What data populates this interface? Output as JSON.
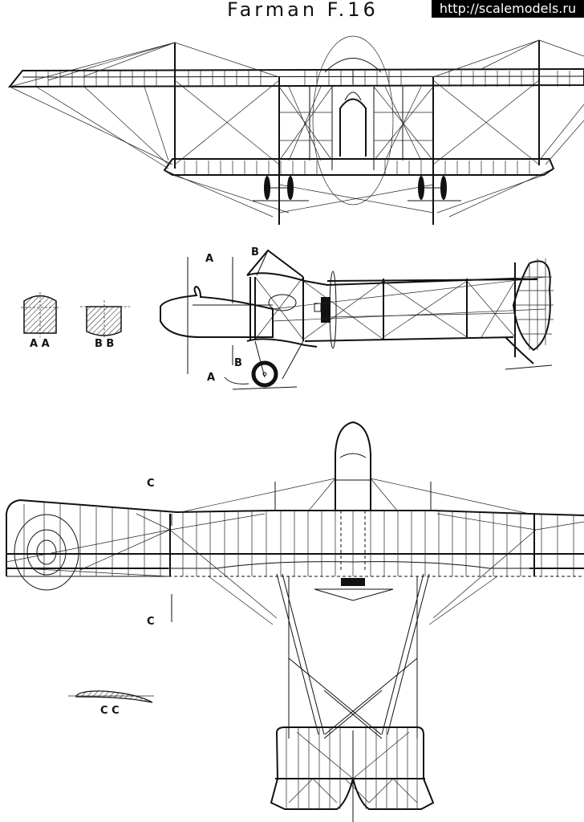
{
  "title": "Farman F.16",
  "watermark": "http://scalemodels.ru",
  "views": {
    "front": {
      "name": "front-view"
    },
    "side": {
      "name": "side-view",
      "section_labels": [
        "A",
        "B",
        "B",
        "A"
      ]
    },
    "plan": {
      "name": "plan-view",
      "section_labels": [
        "C",
        "C"
      ]
    }
  },
  "sections": {
    "aa": {
      "label": "A A"
    },
    "bb": {
      "label": "B B"
    },
    "cc": {
      "label": "C C"
    }
  },
  "side_labels": {
    "a_top": "A",
    "b_top": "B",
    "b_bottom": "B",
    "a_bottom": "A"
  },
  "plan_labels": {
    "c_top": "C",
    "c_bottom": "C"
  }
}
